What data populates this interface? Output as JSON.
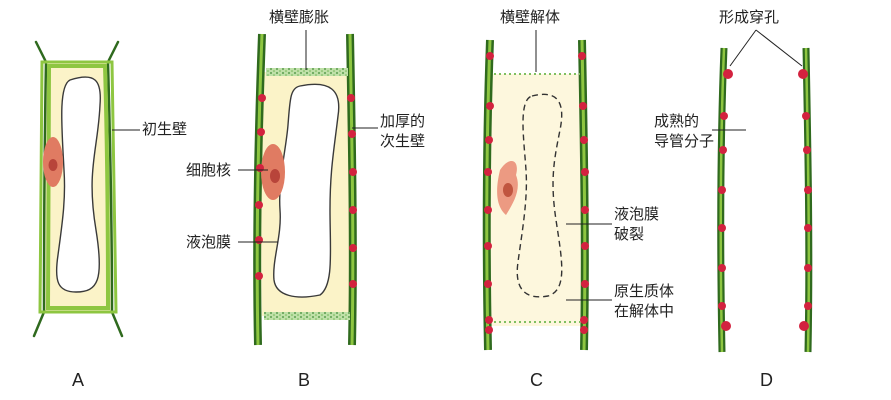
{
  "colors": {
    "wall_dark": "#2f6a1e",
    "wall_light": "#8ec641",
    "cytoplasm": "#fbf3c8",
    "nucleus": "#e07b62",
    "nucleolus": "#b8443a",
    "dots": "#d3223f",
    "speckle": "#57a844"
  },
  "panels": [
    {
      "letter": "A"
    },
    {
      "letter": "B"
    },
    {
      "letter": "C"
    },
    {
      "letter": "D"
    }
  ],
  "labels": {
    "primary_wall": "初生壁",
    "nucleus": "细胞核",
    "vacuole_membrane_a": "液泡膜",
    "end_wall_swell": "横壁膨胀",
    "secondary_wall_line1": "加厚的",
    "secondary_wall_line2": "次生壁",
    "end_wall_dissolve": "横壁解体",
    "vacuole_broken_line1": "液泡膜",
    "vacuole_broken_line2": "破裂",
    "protoplast_line1": "原生质体",
    "protoplast_line2": "在解体中",
    "perforation": "形成穿孔",
    "mature_line1": "成熟的",
    "mature_line2": "导管分子"
  }
}
